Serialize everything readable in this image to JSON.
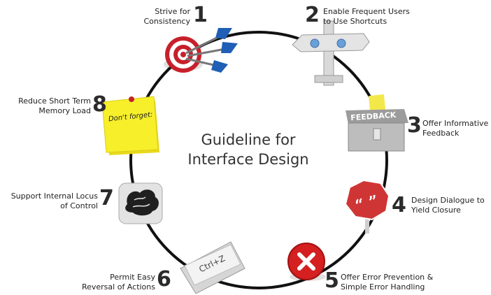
{
  "title": {
    "line1": "Guideline for",
    "line2": "Interface Design"
  },
  "guidelines": [
    {
      "number": "1",
      "line1": "Strive for",
      "line2": "Consistency",
      "icon": "dartboard-icon"
    },
    {
      "number": "2",
      "line1": "Enable Frequent Users",
      "line2": "to Use Shortcuts",
      "icon": "signpost-icon"
    },
    {
      "number": "3",
      "line1": "Offer Informative",
      "line2": "Feedback",
      "icon": "feedback-box-icon",
      "icon_text": "FEEDBACK"
    },
    {
      "number": "4",
      "line1": "Design Dialogue to",
      "line2": "Yield Closure",
      "icon": "quote-stop-sign-icon",
      "icon_text": "“ ”"
    },
    {
      "number": "5",
      "line1": "Offer Error Prevention &",
      "line2": "Simple Error Handling",
      "icon": "error-x-icon"
    },
    {
      "number": "6",
      "line1": "Permit Easy",
      "line2": "Reversal of Actions",
      "icon": "ctrl-z-key-icon",
      "icon_text": "Ctrl+Z"
    },
    {
      "number": "7",
      "line1": "Support Internal Locus",
      "line2": "of Control",
      "icon": "brain-icon"
    },
    {
      "number": "8",
      "line1": "Reduce Short Term",
      "line2": "Memory Load",
      "icon": "sticky-note-icon",
      "icon_text": "Don't forget:"
    }
  ],
  "colors": {
    "circle": "#111111",
    "dart_red": "#c8202b",
    "dart_blue": "#1f5fb5",
    "sticky_yellow": "#f7ef2a",
    "error_red": "#d42020",
    "stop_red": "#cf3535"
  }
}
